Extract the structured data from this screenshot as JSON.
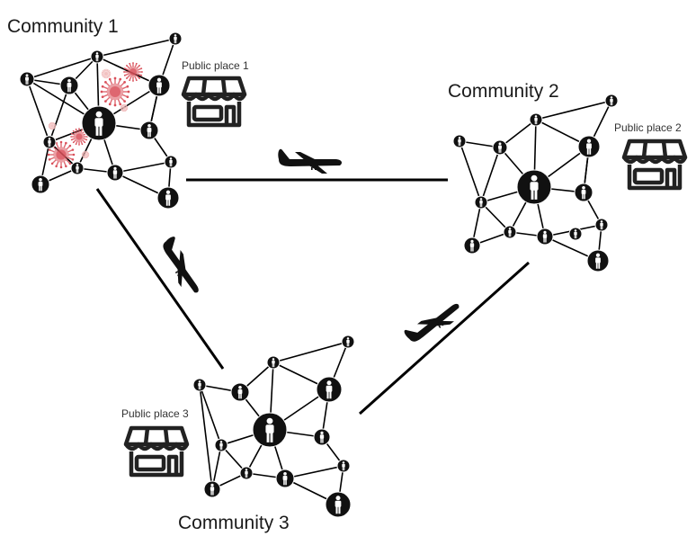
{
  "communities": [
    {
      "id": "c1",
      "title": "Community 1",
      "public_place": "Public place 1"
    },
    {
      "id": "c2",
      "title": "Community 2",
      "public_place": "Public place 2"
    },
    {
      "id": "c3",
      "title": "Community 3",
      "public_place": "Public place 3"
    }
  ],
  "connections": [
    {
      "from": "Community 1",
      "to": "Community 2"
    },
    {
      "from": "Community 1",
      "to": "Community 3"
    },
    {
      "from": "Community 3",
      "to": "Community 2"
    }
  ],
  "icons": {
    "person": "person-icon",
    "store": "store-icon",
    "airplane": "airplane-icon",
    "virus": "virus-icon"
  },
  "colors": {
    "node": "#111111",
    "edge": "#000000",
    "virus": "#d9505a",
    "virus_light": "#f0b8b8"
  }
}
